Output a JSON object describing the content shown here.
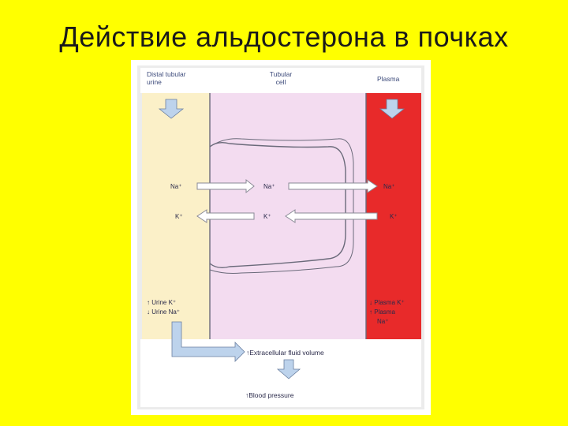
{
  "slide": {
    "title": "Действие альдостерона в почках"
  },
  "diagram": {
    "headers": {
      "urine": [
        "Distal tubular",
        "urine"
      ],
      "cell": [
        "Tubular",
        "cell"
      ],
      "plasma": "Plasma"
    },
    "ions": {
      "na_urine": "Na⁺",
      "na_cell": "Na⁺",
      "na_plasma": "Na⁺",
      "k_urine": "K⁺",
      "k_cell": "K⁺",
      "k_plasma": "K⁺"
    },
    "effects": {
      "urine_k": "↑ Urine K⁺",
      "urine_na": "↓ Urine Na⁺",
      "plasma_k": "↓ Plasma K⁺",
      "plasma_na_1": "↑ Plasma",
      "plasma_na_2": "Na⁺",
      "ecf": "↑Extracellular fluid volume",
      "bp": "↑Blood pressure"
    },
    "colors": {
      "urine_bg": "#fbf0c8",
      "cell_bg": "#f3dcf0",
      "plasma_bg": "#e82a2a",
      "arrow_blue": "#bdd3ec",
      "frame": "#e8e8e8"
    }
  }
}
